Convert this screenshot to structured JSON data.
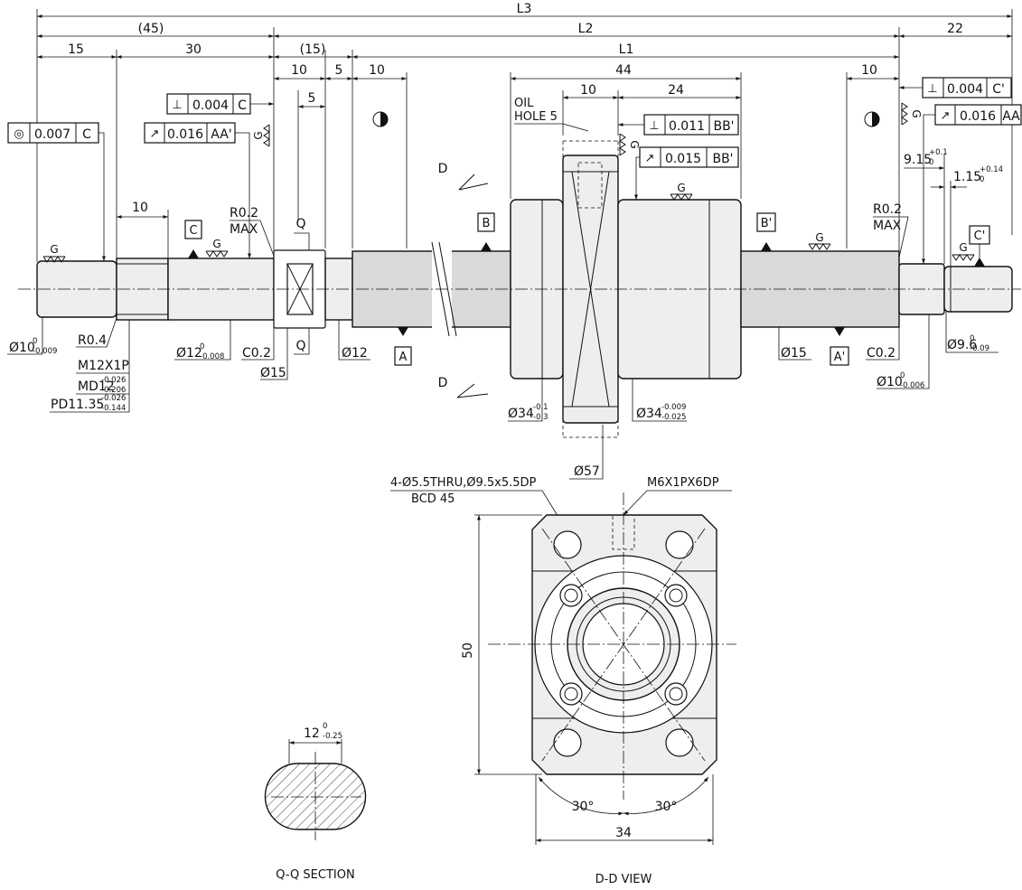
{
  "dimensions": {
    "L3": "L3",
    "L2": "L2",
    "L1": "L1",
    "d45": "(45)",
    "d15p": "(15)",
    "d22": "22",
    "d15": "15",
    "d30": "30",
    "d10a": "10",
    "d5a": "5",
    "d10b": "10",
    "d5b": "5",
    "d44": "44",
    "d10c": "10",
    "d24": "24",
    "d10d": "10",
    "d10e": "10",
    "d50": "50",
    "d34": "34",
    "a30l": "30°",
    "a30r": "30°",
    "d12q": "12",
    "d12q_tol_up": "0",
    "d12q_tol_lo": "-0.25"
  },
  "callouts": {
    "dia10_left": "Ø10",
    "dia10_left_up": "0",
    "dia10_left_lo": "-0.009",
    "r04": "R0.4",
    "m12": "M12X1P",
    "md12": "MD12",
    "md12_up": "-0.026",
    "md12_lo": "-0.206",
    "pd": "PD11.35",
    "pd_up": "-0.026",
    "pd_lo": "-0.144",
    "dia12_tol": "Ø12",
    "dia12_tol_up": "0",
    "dia12_tol_lo": "-0.008",
    "c02_left": "C0.2",
    "dia15_left": "Ø15",
    "dia12": "Ø12",
    "r02_left_a": "R0.2",
    "r02_left_b": "MAX",
    "q_top": "Q",
    "q_bot": "Q",
    "oil_a": "OIL",
    "oil_b": "HOLE 5",
    "dia34a": "Ø34",
    "dia34a_up": "-0.1",
    "dia34a_lo": "-0.3",
    "dia34b": "Ø34",
    "dia34b_up": "-0.009",
    "dia34b_lo": "-0.025",
    "dia57": "Ø57",
    "dia15_right": "Ø15",
    "c02_right": "C0.2",
    "dia10_right": "Ø10",
    "dia10_right_up": "0",
    "dia10_right_lo": "-0.006",
    "dia96": "Ø9.6",
    "dia96_up": "0",
    "dia96_lo": "-0.09",
    "r02_right_a": "R0.2",
    "r02_right_b": "MAX",
    "d915": "9.15",
    "d915_up": "+0.1",
    "d915_lo": "0",
    "d115": "1.15",
    "d115_up": "+0.14",
    "d115_lo": "0",
    "holes_a": "4-Ø5.5THRU,Ø9.5x5.5DP",
    "holes_b": "BCD 45",
    "m6": "M6X1PX6DP",
    "d_sym": "D"
  },
  "tolerance_frames": [
    {
      "symbol": "◎",
      "value": "0.007",
      "datum": "C"
    },
    {
      "symbol": "⊥",
      "value": "0.004",
      "datum": "C"
    },
    {
      "symbol": "↗",
      "value": "0.016",
      "datum": "AA'"
    },
    {
      "symbol": "⊥",
      "value": "0.011",
      "datum": "BB'"
    },
    {
      "symbol": "↗",
      "value": "0.015",
      "datum": "BB'"
    },
    {
      "symbol": "⊥",
      "value": "0.004",
      "datum": "C'"
    },
    {
      "symbol": "↗",
      "value": "0.016",
      "datum": "AA"
    }
  ],
  "datums": {
    "A": "A",
    "Ap": "A'",
    "B": "B",
    "Bp": "B'",
    "C": "C",
    "Cp": "C'"
  },
  "grind": "G",
  "section_titles": {
    "qq": "Q-Q SECTION",
    "dd": "D-D VIEW"
  }
}
